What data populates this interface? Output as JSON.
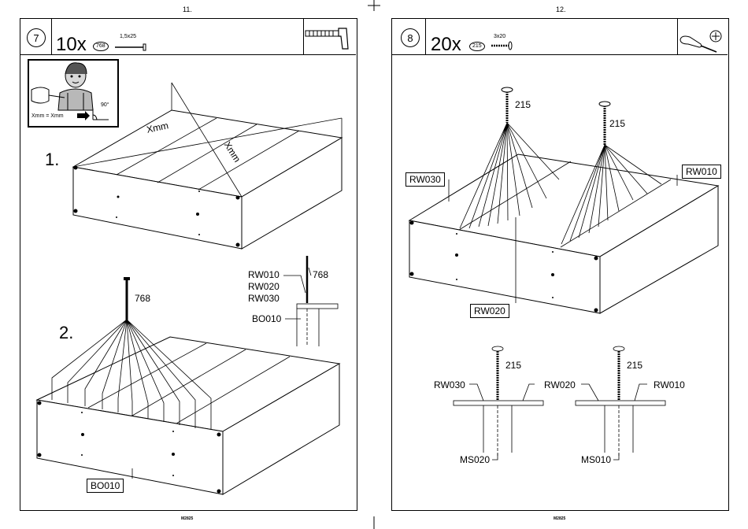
{
  "left_page": {
    "page_number": "11.",
    "step_number": "7",
    "quantity": "10x",
    "part_id": "768",
    "part_size": "1,5x25",
    "tool_icon": "hammer-icon",
    "inset": {
      "equation": "Xmm = Xmm",
      "angle": "90°"
    },
    "substep_1": {
      "number": "1.",
      "measure_a": "Xmm",
      "measure_b": "Xmm"
    },
    "substep_2": {
      "number": "2.",
      "nail_label": "768"
    },
    "detail": {
      "part_labels": [
        "RW010",
        "RW020",
        "RW030"
      ],
      "nail_label": "768",
      "base_label": "BO010"
    },
    "bottom_label": "BO010",
    "footer": "M2825"
  },
  "right_page": {
    "page_number": "12.",
    "step_number": "8",
    "quantity": "20x",
    "part_id": "215",
    "part_size": "3x20",
    "tool_icons": [
      "screwdriver-icon",
      "phillips-head-icon"
    ],
    "screw_label": "215",
    "labels": {
      "rw030": "RW030",
      "rw010": "RW010",
      "rw020": "RW020"
    },
    "detail_left": {
      "screw": "215",
      "top_label": "RW030",
      "bottom_label": "MS020"
    },
    "detail_right": {
      "screw": "215",
      "top_left_label": "RW020",
      "top_right_label": "RW010",
      "bottom_label": "MS010"
    },
    "footer": "M2825"
  }
}
